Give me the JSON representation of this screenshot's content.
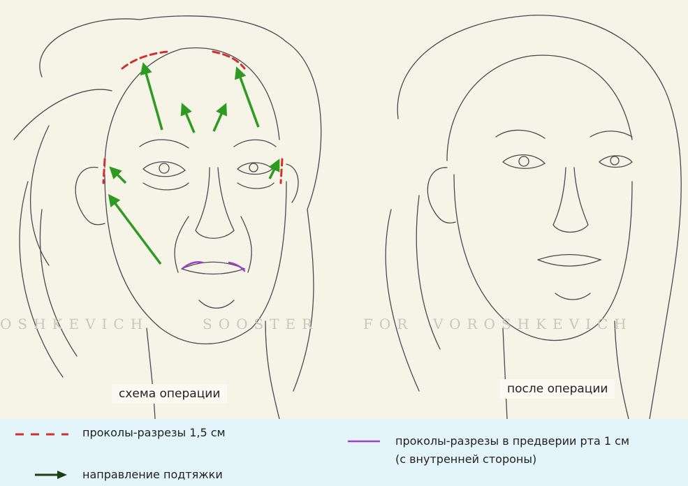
{
  "captions": {
    "left": "схема операции",
    "right": "после операции"
  },
  "watermark": {
    "part1": "OSHKEVICH",
    "part2": "SOOSTER",
    "part3": "FOR",
    "part4": "VOROSHKEVICH"
  },
  "legend": {
    "incision": "проколы-разрезы 1,5 см",
    "mouth_incision_line1": "проколы-разрезы в предверии рта 1 см",
    "mouth_incision_line2": "(с внутренней стороны)",
    "lift_direction": "направление подтяжки"
  },
  "colors": {
    "background": "#f6f4e6",
    "sketch": "#4a4a4a",
    "incision": "#d32f2f",
    "mouth_incision": "#a040c8",
    "arrow": "#2e9a22",
    "legend_bg": "#e3f5fb"
  }
}
